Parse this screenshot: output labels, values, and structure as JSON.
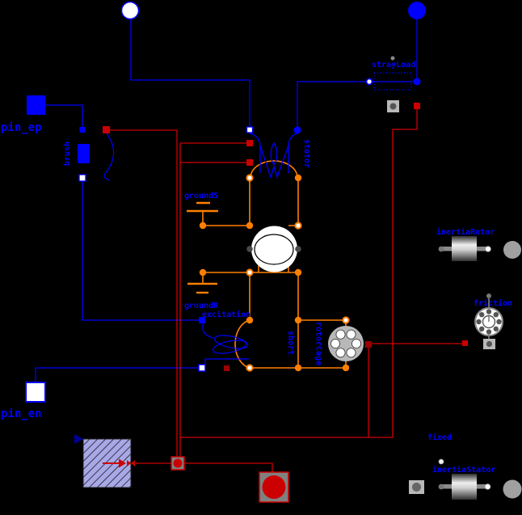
{
  "diagram": {
    "title": "electric machine component diagram",
    "background": "#000000"
  },
  "labels": {
    "pin_ep": "pin_ep",
    "pin_en": "pin_en",
    "brush": "brush",
    "groundS": "groundS",
    "groundR": "groundR",
    "stator": "stator",
    "excitation": "excitation",
    "short": "short",
    "rotorCage": "rotorCage",
    "strayLoad": "strayLoad",
    "inertiaRotor": "inertiaRotor",
    "friction": "friction",
    "fixed": "fixed",
    "inertiaStator": "inertiaStator"
  },
  "colors": {
    "electrical_blue": "#0000ff",
    "rotor_orange": "#ff7f00",
    "thermal_red": "#cc0000",
    "heatport_darkred": "#990000",
    "mechanical_gray": "#b8b8b8",
    "hatch_fill": "#a8a8e8",
    "background": "#000000"
  }
}
